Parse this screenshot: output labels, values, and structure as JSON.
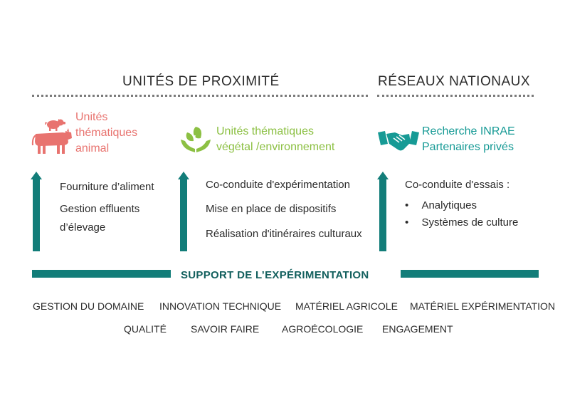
{
  "headers": {
    "proximite": "UNITÉS DE PROXIMITÉ",
    "reseaux": "RÉSEAUX NATIONAUX"
  },
  "columns": [
    {
      "title_lines": [
        "Unités",
        "thématiques",
        "animal"
      ],
      "icon": "pig-cow-icon",
      "color": "#e8736f",
      "items": [
        "Fourniture d’aliment",
        "Gestion effluents",
        "d’élevage"
      ]
    },
    {
      "title_lines": [
        "Unités thématiques",
        "végétal /environnement"
      ],
      "icon": "hands-leaves-icon",
      "color": "#8cc043",
      "items": [
        "Co-conduite d'expérimentation",
        "Mise en place de dispositifs",
        "Réalisation d'itinéraires culturaux"
      ]
    },
    {
      "title_lines": [
        "Recherche INRAE",
        "Partenaires privés"
      ],
      "icon": "handshake-icon",
      "color": "#169a95",
      "intro": "Co-conduite d'essais :",
      "bullets": [
        "Analytiques",
        "Systèmes de culture"
      ],
      "bullet_symbol": "•"
    }
  ],
  "support": {
    "title": "SUPPORT DE L’EXPÉRIMENTATION",
    "color": "#127d79"
  },
  "keywords_row1": [
    "GESTION DU DOMAINE",
    "INNOVATION TECHNIQUE",
    "MATÉRIEL AGRICOLE",
    "MATÉRIEL EXPÉRIMENTATION"
  ],
  "keywords_row2": [
    "QUALITÉ",
    "SAVOIR FAIRE",
    "AGROÉCOLOGIE",
    "ENGAGEMENT"
  ]
}
